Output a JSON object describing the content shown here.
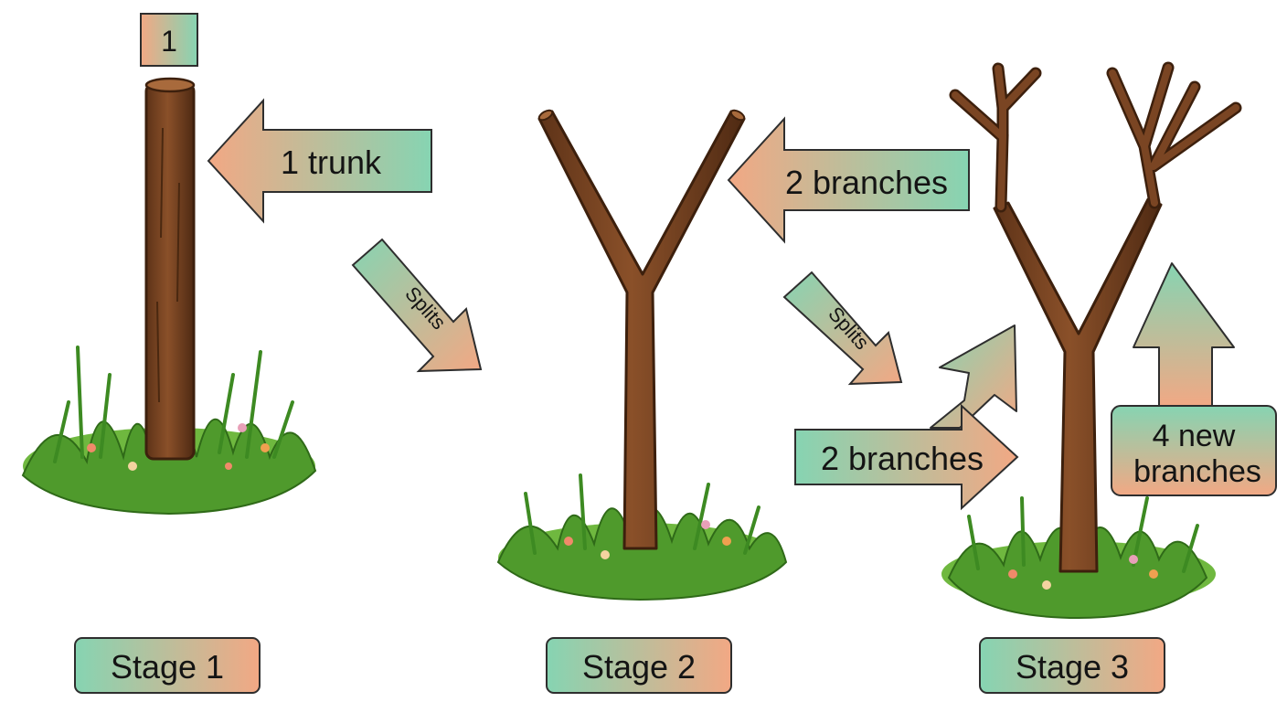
{
  "diagram": {
    "number_badge": "1",
    "callouts": {
      "trunk": "1 trunk",
      "stage2_branches": "2 branches",
      "stage3_branches": "2 branches",
      "new_branches_line1": "4 new",
      "new_branches_line2": "branches"
    },
    "transitions": [
      "Splits",
      "Splits"
    ],
    "stages": [
      "Stage 1",
      "Stage 2",
      "Stage 3"
    ]
  },
  "colors": {
    "mint": "#86d4b2",
    "salmon": "#f2a884",
    "trunk_brown": "#7a4523",
    "grass_green": "#4f9a2c",
    "outline": "#2e2e2e"
  }
}
